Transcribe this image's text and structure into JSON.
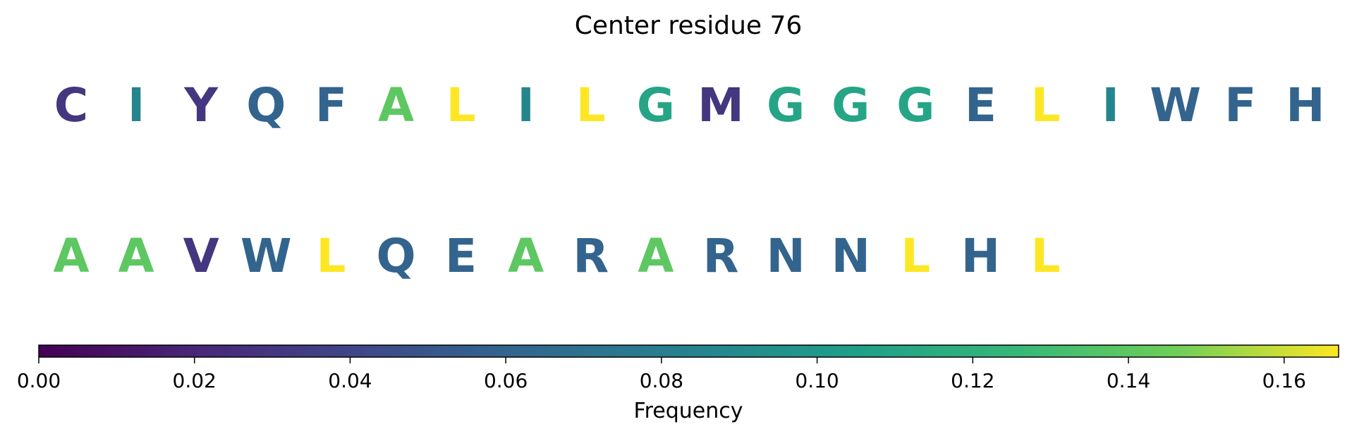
{
  "chart_data": {
    "type": "sequence-heat",
    "title": "Center residue 76",
    "rows": [
      {
        "letters": [
          "C",
          "I",
          "Y",
          "Q",
          "F",
          "A",
          "L",
          "I",
          "L",
          "G",
          "M",
          "G",
          "G",
          "G",
          "E",
          "L",
          "I",
          "W",
          "F",
          "H"
        ],
        "values": [
          0.03,
          0.086,
          0.03,
          0.06,
          0.06,
          0.14,
          0.167,
          0.086,
          0.167,
          0.11,
          0.03,
          0.11,
          0.11,
          0.11,
          0.06,
          0.167,
          0.086,
          0.06,
          0.06,
          0.06
        ]
      },
      {
        "letters": [
          "A",
          "A",
          "V",
          "W",
          "L",
          "Q",
          "E",
          "A",
          "R",
          "A",
          "R",
          "N",
          "N",
          "L",
          "H",
          "L"
        ],
        "values": [
          0.14,
          0.14,
          0.03,
          0.06,
          0.167,
          0.06,
          0.06,
          0.14,
          0.06,
          0.14,
          0.06,
          0.06,
          0.06,
          0.167,
          0.06,
          0.167
        ]
      }
    ],
    "colorbar": {
      "label": "Frequency",
      "min": 0.0,
      "max": 0.167,
      "ticks": [
        0.0,
        0.02,
        0.04,
        0.06,
        0.08,
        0.1,
        0.12,
        0.14,
        0.16
      ],
      "tick_labels": [
        "0.00",
        "0.02",
        "0.04",
        "0.06",
        "0.08",
        "0.10",
        "0.12",
        "0.14",
        "0.16"
      ],
      "colormap": "viridis"
    }
  }
}
